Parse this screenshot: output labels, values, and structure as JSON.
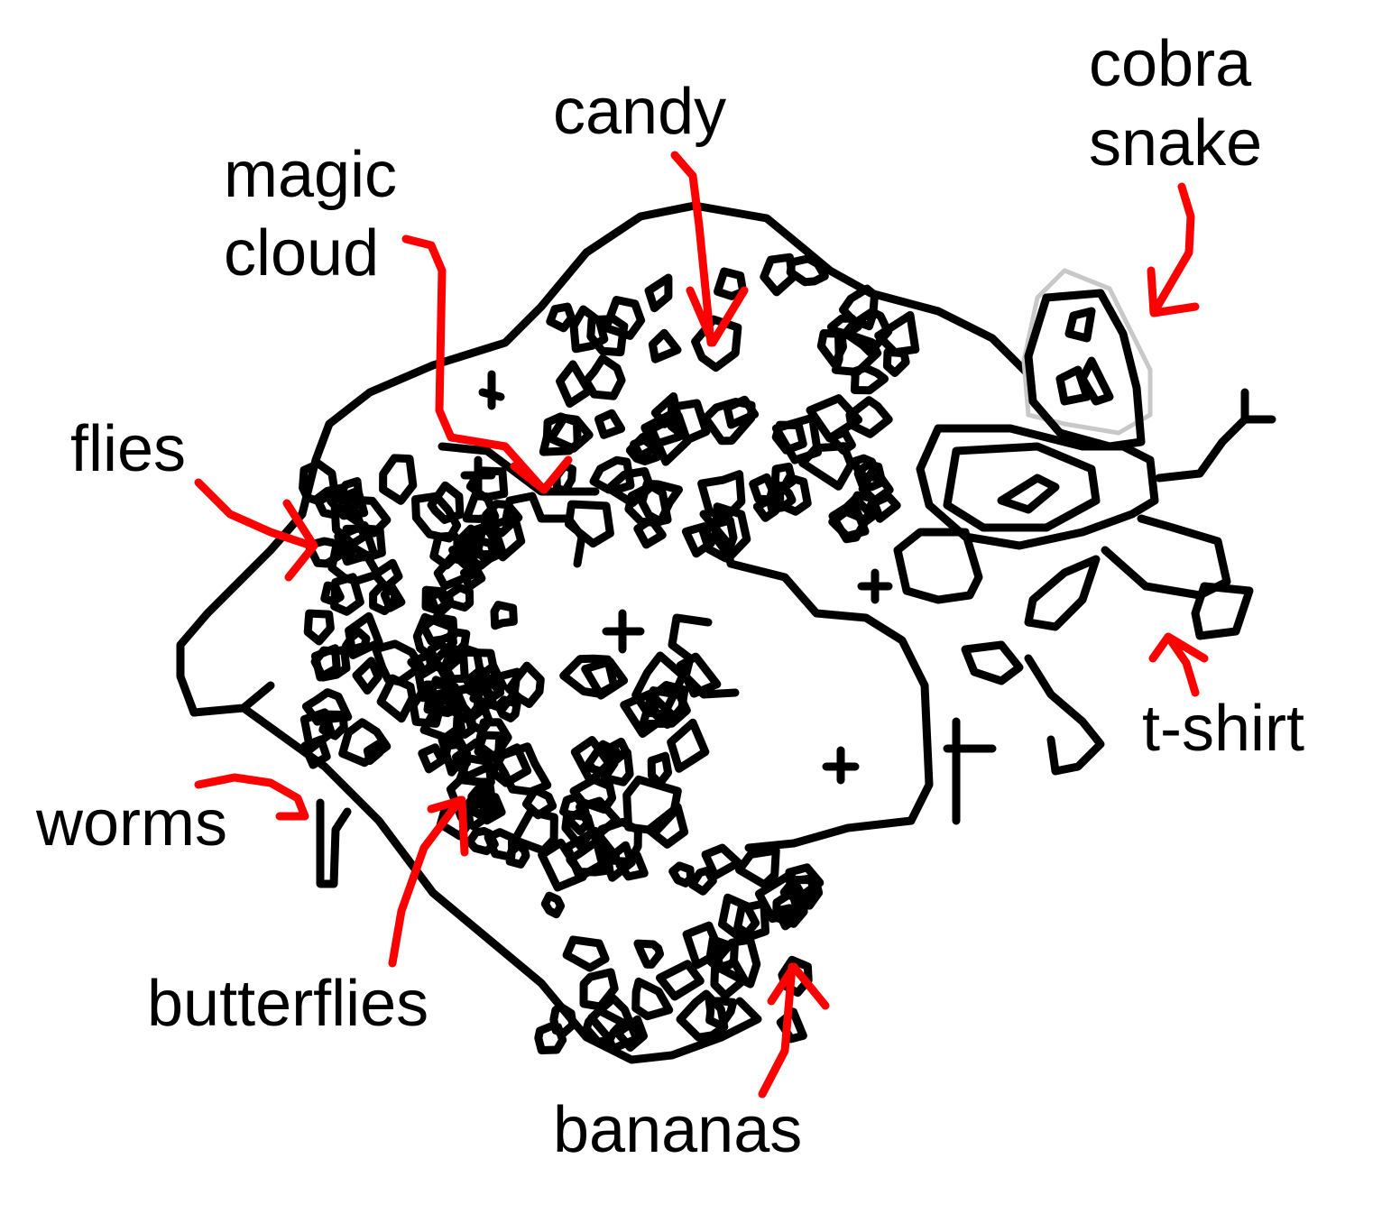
{
  "labels": {
    "magic_cloud": [
      "magic",
      "cloud"
    ],
    "candy": "candy",
    "cobra_snake": [
      "cobra",
      "snake"
    ],
    "flies": "flies",
    "worms": "worms",
    "butterflies": "butterflies",
    "bananas": "bananas",
    "t_shirt": "t-shirt"
  },
  "colors": {
    "ink": "#000000",
    "arrow": "#ff0000",
    "sketch_ghost": "#c8c8c8",
    "background": "#ffffff"
  }
}
